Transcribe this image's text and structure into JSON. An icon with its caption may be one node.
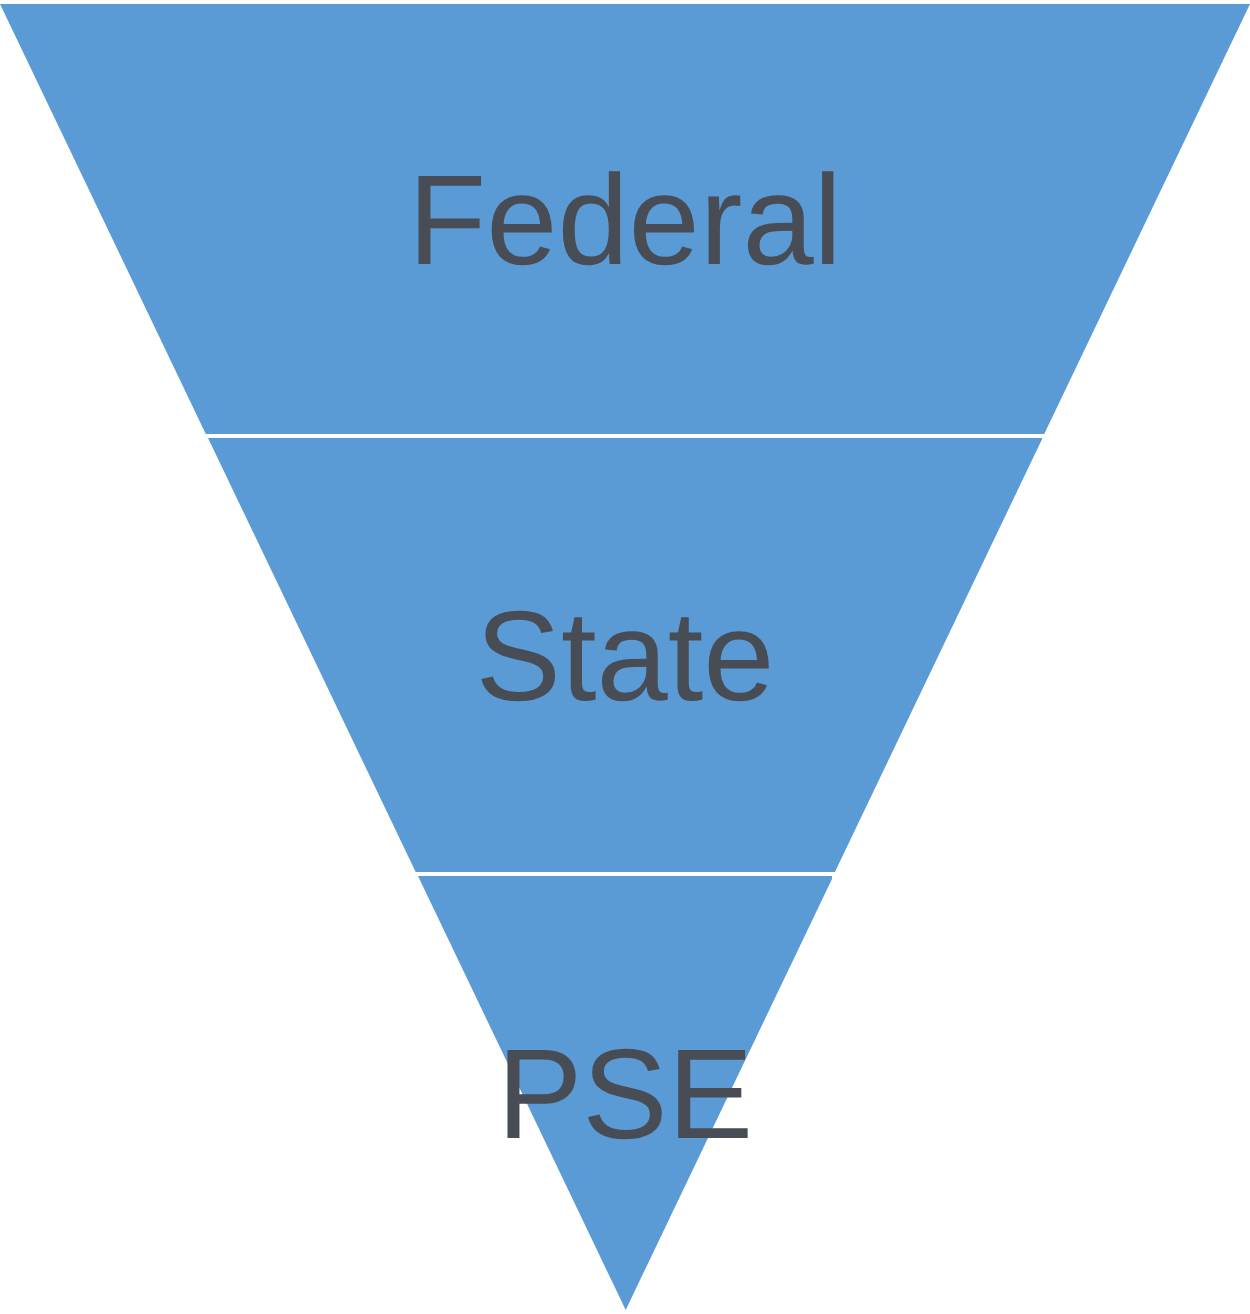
{
  "diagram": {
    "nodes": [
      {
        "text": [
          "Federal"
        ]
      },
      {
        "text": [
          "State"
        ]
      },
      {
        "text": [
          "PSE"
        ]
      }
    ]
  }
}
